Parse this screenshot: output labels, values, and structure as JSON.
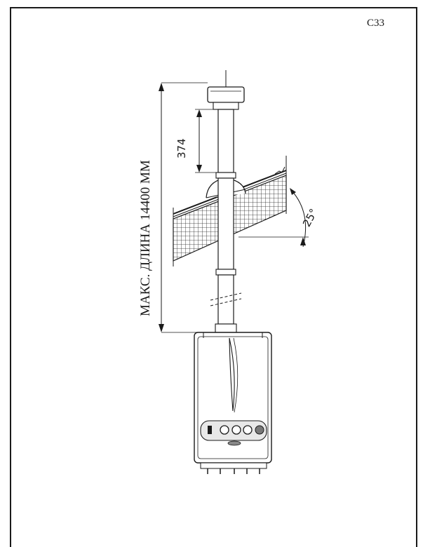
{
  "figure": {
    "code": "C33",
    "max_length_label": "МАКС. ДЛИНА 14400 ММ",
    "segment_dimension": "374",
    "roof_angle": "25°"
  }
}
